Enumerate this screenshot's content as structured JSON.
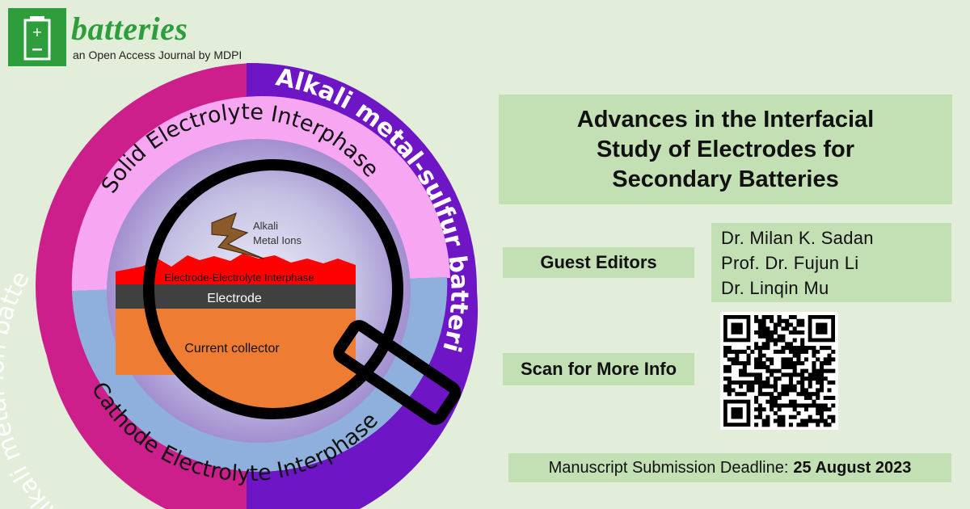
{
  "journal": {
    "name": "batteries",
    "tagline": "an Open Access Journal by MDPI",
    "brand_color": "#2e9e3d"
  },
  "graphic": {
    "outer_ring": {
      "left_label": "Alkali metal-ion batteries",
      "right_label": "Alkali metal-sulfur batteries",
      "left_color": "#cc1f8c",
      "right_color": "#6e16c6"
    },
    "inner_ring": {
      "top_label": "Solid Electrolyte Interphase",
      "bottom_label": "Cathode Electrolyte Interphase",
      "top_color": "#f7a6f1",
      "bottom_color": "#8fb0dc"
    },
    "magnifier": {
      "ions_label_line1": "Alkali",
      "ions_label_line2": "Metal Ions",
      "interphase_label": "Electrode-Electrolyte Interphase",
      "electrode_label": "Electrode",
      "collector_label": "Current collector"
    }
  },
  "issue": {
    "title_line1": "Advances in the Interfacial",
    "title_line2": "Study of Electrodes for",
    "title_line3": "Secondary Batteries",
    "guest_editors_label": "Guest Editors",
    "editors": [
      "Dr. Milan K. Sadan",
      "Prof. Dr. Fujun Li",
      "Dr. Linqin Mu"
    ],
    "scan_label": "Scan for More Info",
    "deadline_label": "Manuscript Submission Deadline:",
    "deadline_date": "25 August 2023"
  }
}
